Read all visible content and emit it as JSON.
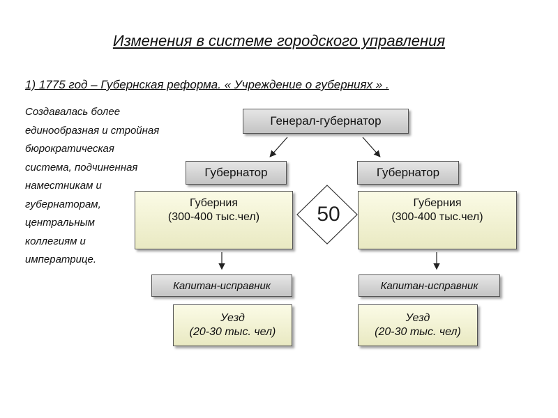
{
  "slide": {
    "title": "Изменения в системе городского управления",
    "subtitle": "1) 1775 год – Губернская реформа. « Учреждение о губерниях » .",
    "description_lines": [
      "Создавалась более",
      "единообразная и стройная",
      "бюрократическая",
      "система, подчиненная",
      "наместникам и",
      "губернаторам,",
      "центральным",
      "коллегиям и",
      "императрице."
    ]
  },
  "diagram": {
    "governor_general": "Генерал-губернатор",
    "left": {
      "governor": "Губернатор",
      "province_name": "Губерния",
      "province_population": "(300-400 тыс.чел)",
      "captain": "Капитан-исправник",
      "district_name": "Уезд",
      "district_population": "(20-30 тыс. чел)"
    },
    "right": {
      "governor": "Губернатор",
      "province_name": "Губерния",
      "province_population": "(300-400 тыс.чел)",
      "captain": "Капитан-исправник",
      "district_name": "Уезд",
      "district_population": "(20-30 тыс. чел)"
    },
    "center_number": "50"
  },
  "colors": {
    "gray_box": "#d4d4d4",
    "cream_box": "#f3f3d6",
    "border": "#555555"
  }
}
